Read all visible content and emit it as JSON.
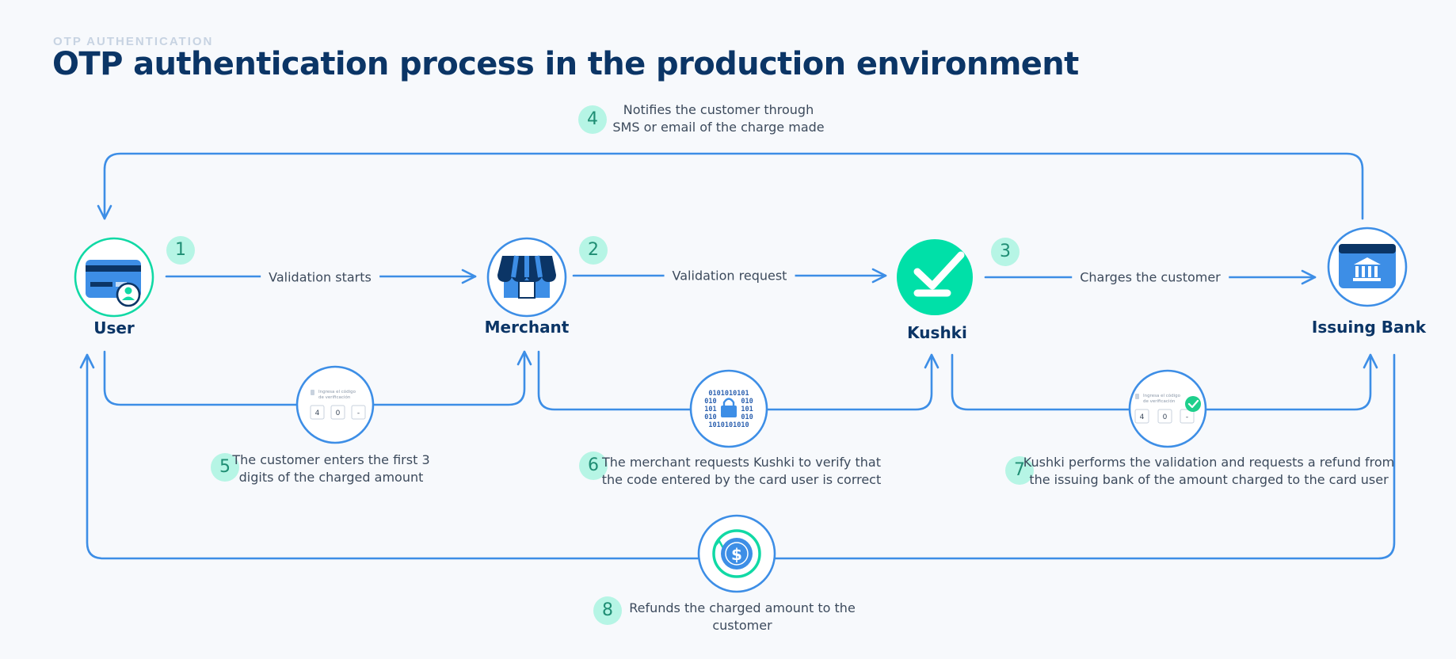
{
  "header": {
    "eyebrow": "OTP AUTHENTICATION",
    "title": "OTP authentication process in the production environment"
  },
  "colors": {
    "line": "#3d8ee6",
    "badge_bg": "#b6f5e5",
    "badge_text": "#1f8e74",
    "kushki_green": "#00e0a8",
    "title": "#0b3566"
  },
  "nodes": {
    "user": {
      "label": "User",
      "icon": "credit-card-user-icon"
    },
    "merchant": {
      "label": "Merchant",
      "icon": "storefront-icon"
    },
    "kushki": {
      "label": "Kushki",
      "icon": "kushki-check-logo-icon"
    },
    "bank": {
      "label": "Issuing Bank",
      "icon": "bank-building-icon"
    }
  },
  "flows": {
    "validation_starts": "Validation starts",
    "validation_request": "Validation request",
    "charges_customer": "Charges the customer"
  },
  "steps": [
    {
      "number": "1"
    },
    {
      "number": "2"
    },
    {
      "number": "3"
    },
    {
      "number": "4",
      "line1": "Notifies the customer through",
      "line2": "SMS or email of the charge made"
    },
    {
      "number": "5",
      "line1": "The customer enters the first 3",
      "line2": "digits of the charged amount"
    },
    {
      "number": "6",
      "line1": "The merchant requests Kushki to verify that",
      "line2": "the code entered by the card user is correct"
    },
    {
      "number": "7",
      "line1": "Kushki performs the validation and requests a refund from",
      "line2": "the issuing bank of the amount charged to the card user"
    },
    {
      "number": "8",
      "line1": "Refunds the charged amount to the",
      "line2": "customer"
    }
  ],
  "otp_widget": {
    "prompt_line1": "Ingresa el código",
    "prompt_line2": "de verificación",
    "digit1": "4",
    "digit2": "0",
    "digit3": "-"
  },
  "binary_icon": {
    "rows": [
      "0101010101",
      "010      010",
      "101      101",
      "010      010",
      "1010101010"
    ]
  }
}
